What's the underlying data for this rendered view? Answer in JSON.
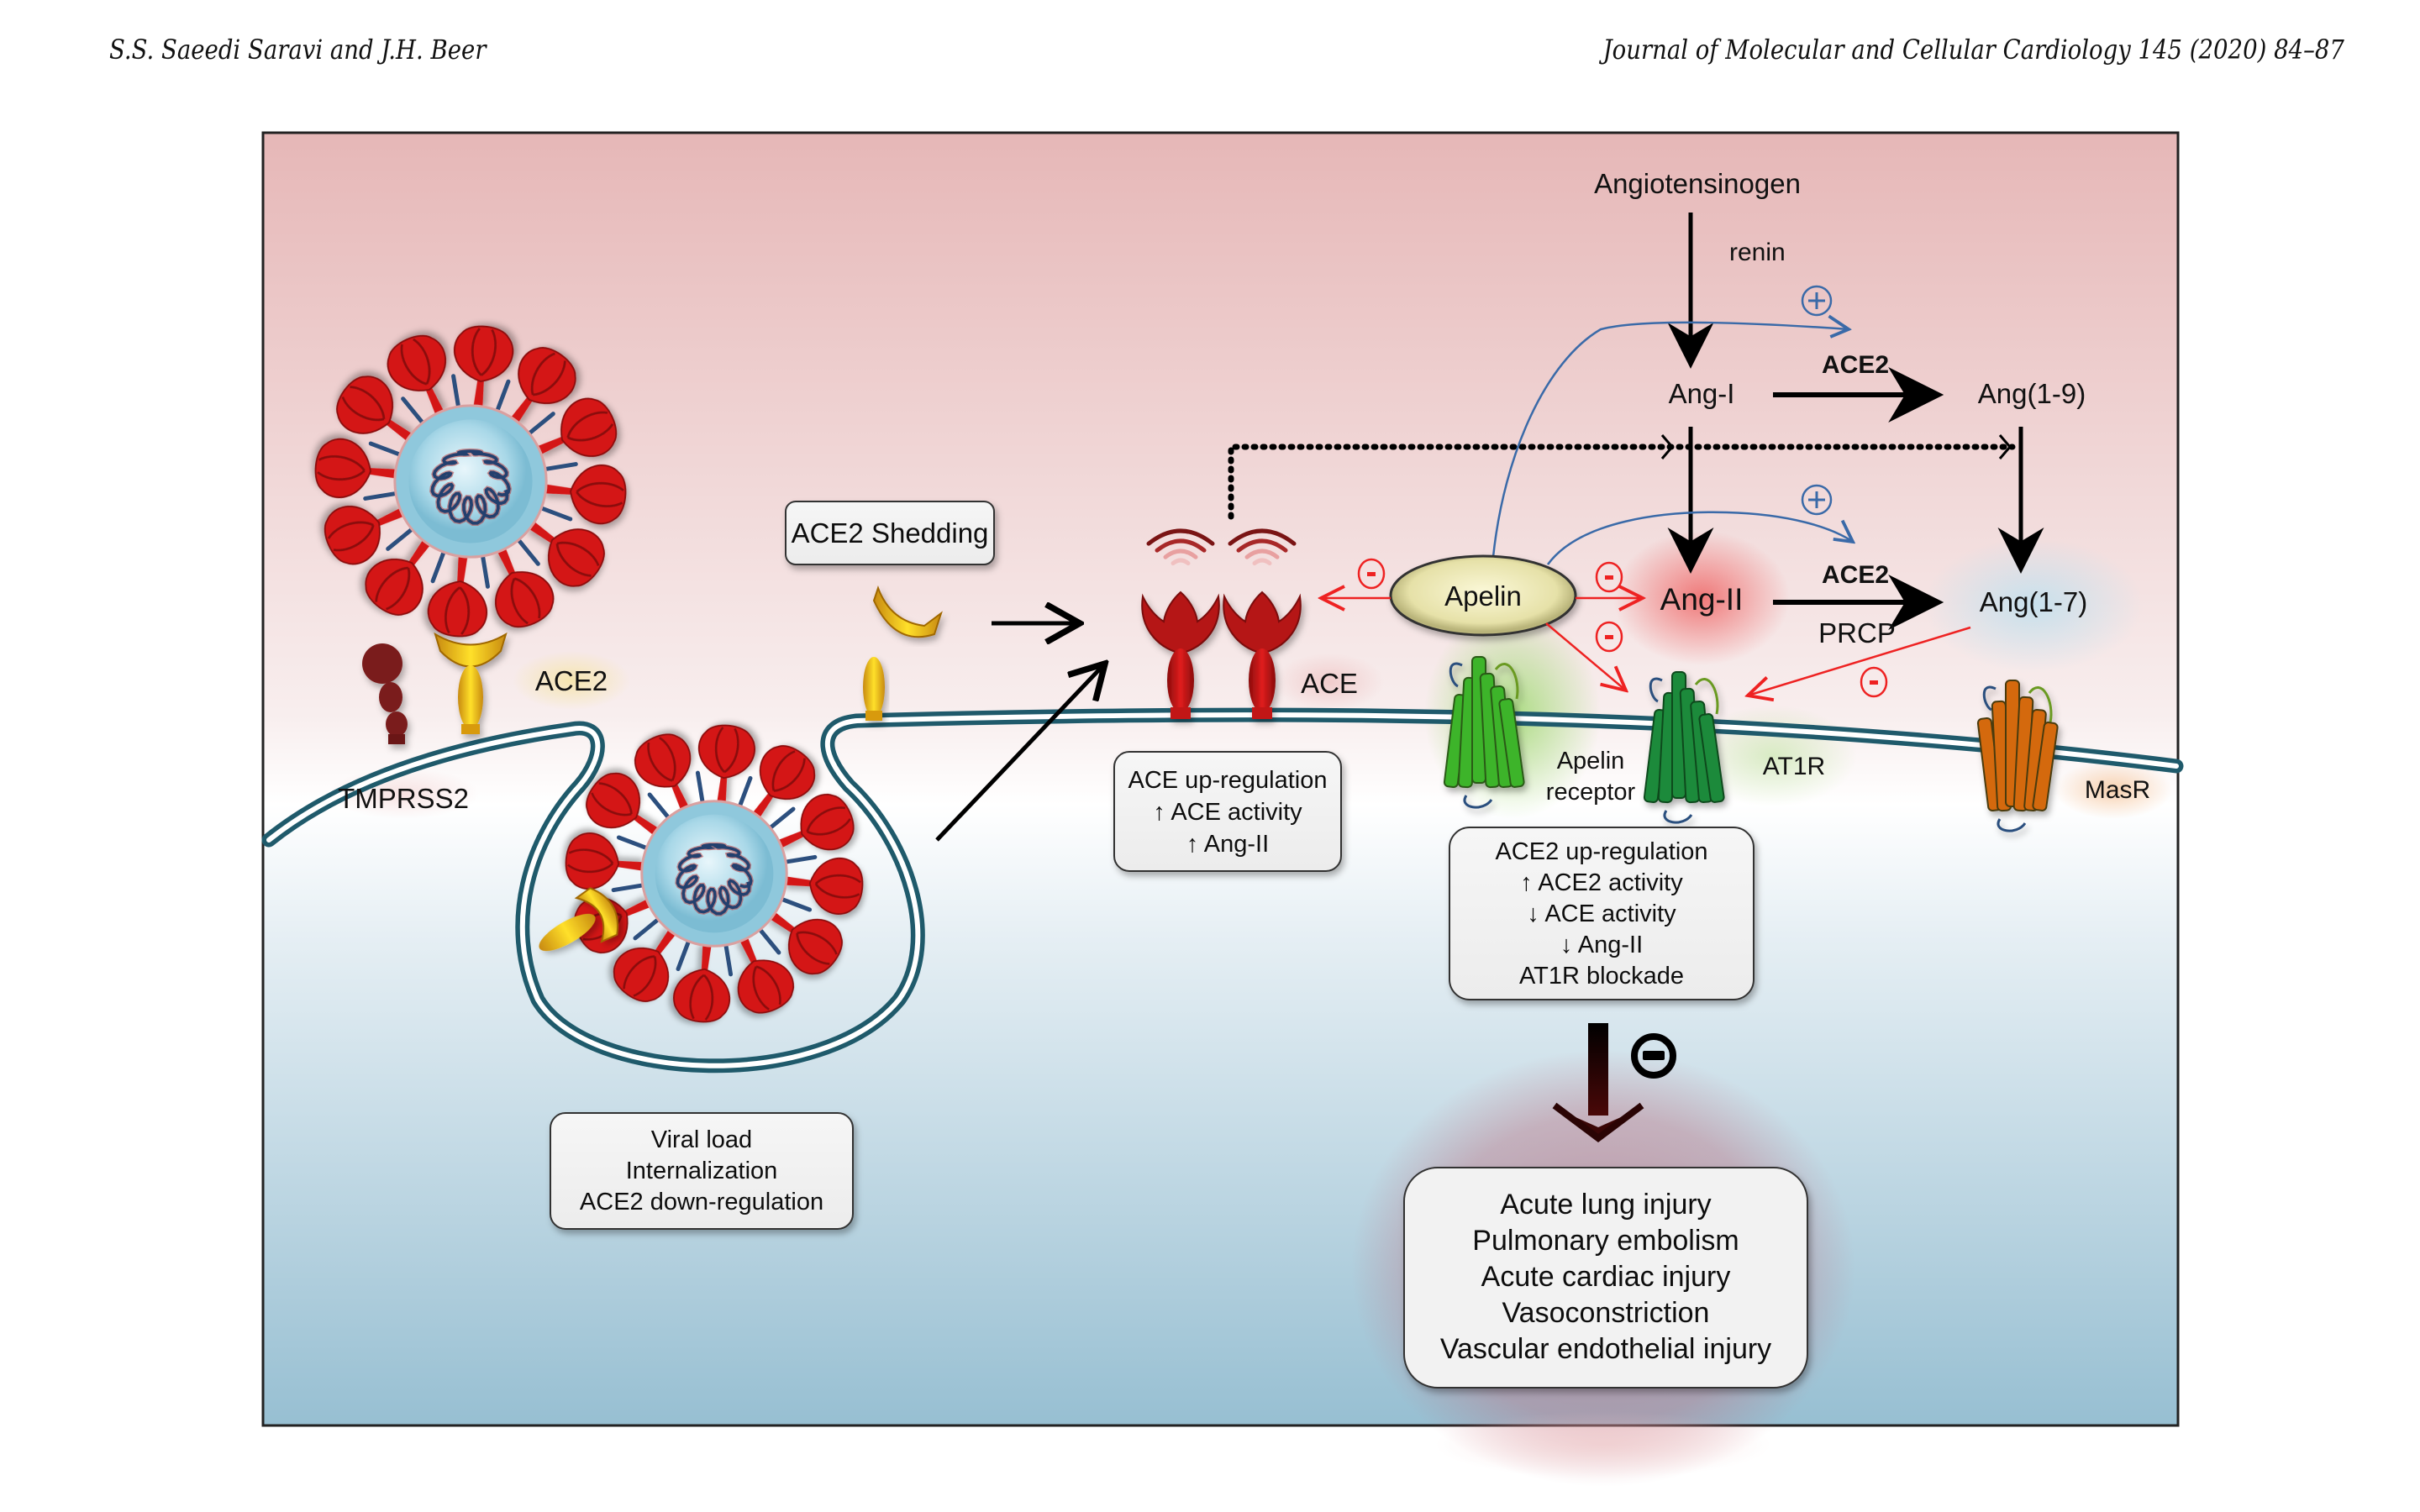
{
  "header": {
    "authors": "S.S. Saeedi Saravi and J.H. Beer",
    "journal": "Journal of Molecular and Cellular Cardiology 145 (2020) 84–87"
  },
  "colors": {
    "background_top": "#e6b7b7",
    "background_bottom": "#97bfd2",
    "membrane": "#1f5a6b",
    "inhibit_red": "#ee2222",
    "stimulate_blue": "#3a6aa8",
    "spike_red": "#d41414",
    "ace2_yellow": "#e8c020",
    "ace_red": "#b51212",
    "apelin_fill": "#eeeab8",
    "at1r_green": "#1e8a3a",
    "apelin_receptor_green": "#3cb42a",
    "masr_orange": "#d4690e"
  },
  "pathway": {
    "angiotensinogen": "Angiotensinogen",
    "renin": "renin",
    "ang_i": "Ang-I",
    "ace2_top": "ACE2",
    "ang_1_9": "Ang(1-9)",
    "ang_ii": "Ang-II",
    "ace2_mid": "ACE2",
    "prcp": "PRCP",
    "ang_1_7": "Ang(1-7)",
    "apelin": "Apelin",
    "plus_symbol": "+",
    "minus_symbol": "-"
  },
  "membrane_labels": {
    "tmprss2": "TMPRSS2",
    "ace2": "ACE2",
    "ace": "ACE",
    "apelin_receptor_line1": "Apelin",
    "apelin_receptor_line2": "receptor",
    "at1r": "AT1R",
    "masr": "MasR"
  },
  "boxes": {
    "ace2_shedding": "ACE2 Shedding",
    "viral": [
      "Viral load",
      "Internalization",
      "ACE2 down-regulation"
    ],
    "ace_up": [
      "ACE up-regulation",
      "↑ ACE activity",
      "↑ Ang-II"
    ],
    "ace2_up": [
      "ACE2 up-regulation",
      "↑ ACE2 activity",
      "↓ ACE activity",
      "↓ Ang-II",
      "AT1R blockade"
    ],
    "outcomes": [
      "Acute lung injury",
      "Pulmonary embolism",
      "Acute cardiac injury",
      "Vasoconstriction",
      "Vascular endothelial injury"
    ]
  }
}
